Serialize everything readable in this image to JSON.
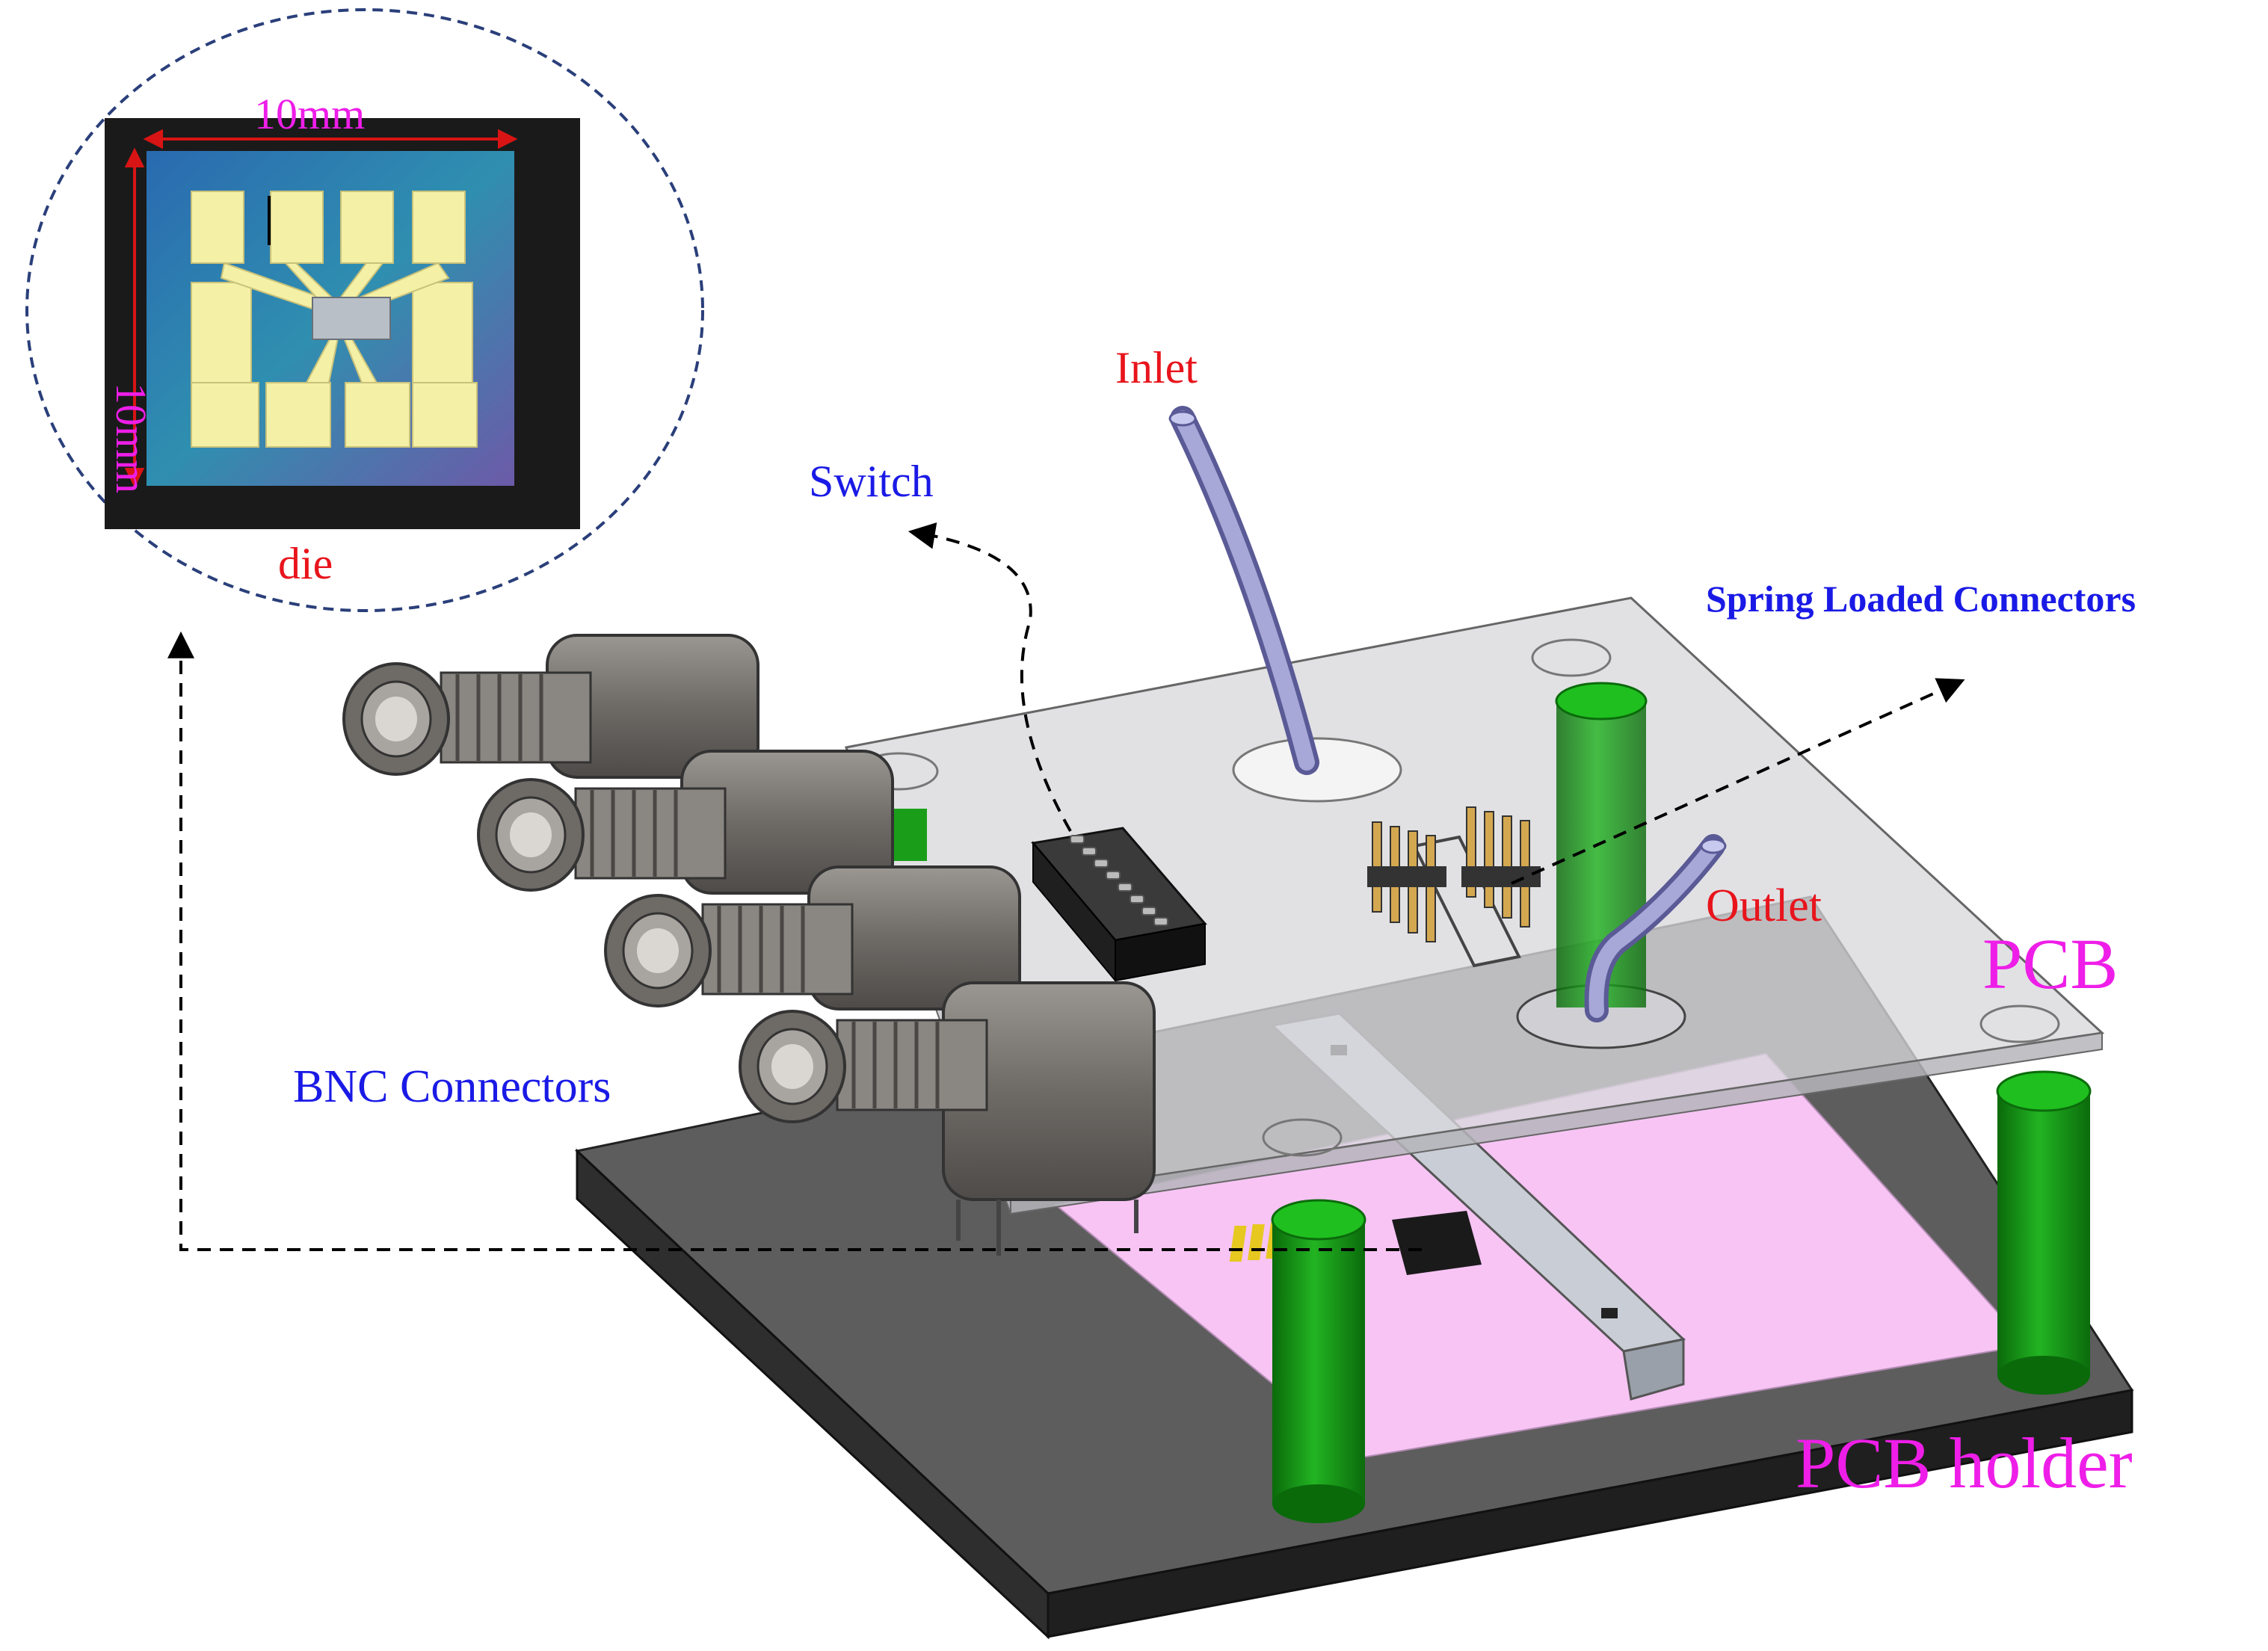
{
  "labels": {
    "inlet": "Inlet",
    "switch": "Switch",
    "spring": "Spring Loaded Connectors",
    "outlet": "Outlet",
    "pcb": "PCB",
    "bnc": "BNC Connectors",
    "holder": "PCB holder",
    "die": "die",
    "dim_h": "10mm",
    "dim_v": "10mm"
  },
  "colors": {
    "red_label": "#e8141c",
    "blue_label": "#1a1ae6",
    "magenta_label": "#ee1ee8",
    "pcb_fill": "#d9d9dc",
    "pink": "#f7c4f4",
    "holder_top": "#5d5d5d",
    "green_post": "#129a12",
    "connector_gray": "#7b7773"
  }
}
